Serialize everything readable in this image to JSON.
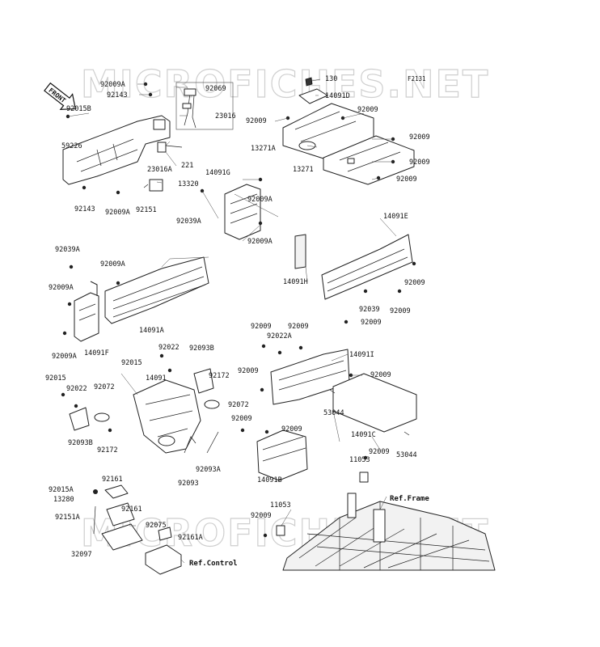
{
  "figure_code": "F2131",
  "watermark": "MICROFICHES.NET",
  "front_label": "FRONT",
  "references": [
    "Ref.Frame",
    "Ref.Control"
  ],
  "part_labels": [
    "92009A",
    "92143",
    "92015B",
    "92069",
    "23016",
    "59226",
    "23016A",
    "221",
    "13320",
    "92143",
    "92009A",
    "92151",
    "130",
    "14091D",
    "92009",
    "92009",
    "13271A",
    "92009",
    "92009",
    "13271",
    "92009",
    "14091G",
    "92009A",
    "92039A",
    "92009A",
    "14091E",
    "92039A",
    "92009A",
    "92009A",
    "14091A",
    "92009A",
    "14091F",
    "14091H",
    "92009",
    "92039",
    "92009",
    "92009",
    "92009",
    "92022A",
    "92009",
    "14091I",
    "92022",
    "92093B",
    "92015",
    "92172",
    "14091",
    "92009",
    "92009",
    "92072",
    "92015",
    "92022",
    "92072",
    "92093B",
    "92172",
    "53044",
    "92009",
    "14091C",
    "92009",
    "53044",
    "92093A",
    "92093",
    "14091B",
    "92009",
    "11053",
    "92015A",
    "92161",
    "13280",
    "92161",
    "92151A",
    "92075",
    "92161A",
    "32097",
    "92009",
    "11053"
  ]
}
